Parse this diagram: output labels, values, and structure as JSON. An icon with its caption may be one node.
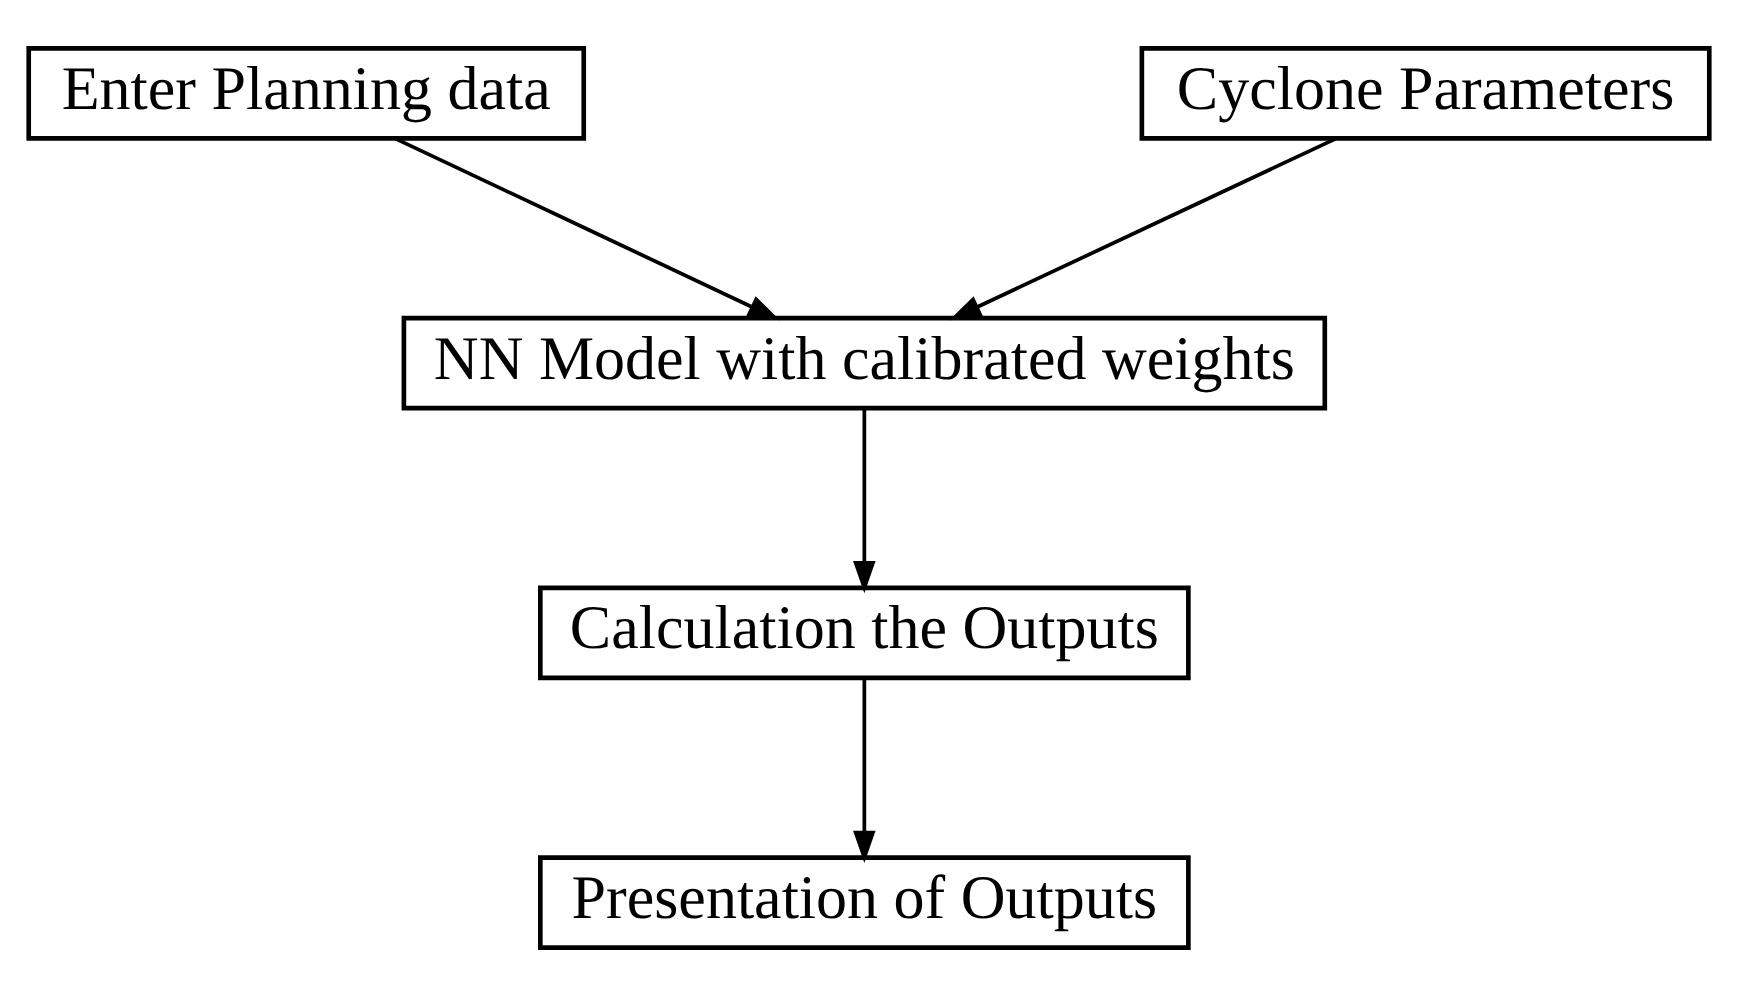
{
  "diagram": {
    "nodes": [
      {
        "text": [
          "Enter Planning data"
        ]
      },
      {
        "text": [
          "Cyclone Parameters"
        ]
      },
      {
        "text": [
          "NN Model with calibrated weights"
        ]
      },
      {
        "text": [
          "Calculation the Outputs"
        ]
      },
      {
        "text": [
          "Presentation of Outputs"
        ]
      }
    ],
    "edges": [
      {
        "from": 0,
        "to": 2,
        "arrow": "to"
      },
      {
        "from": 1,
        "to": 2,
        "arrow": "to"
      },
      {
        "from": 2,
        "to": 3,
        "arrow": "to"
      },
      {
        "from": 3,
        "to": 4,
        "arrow": "to"
      }
    ]
  }
}
